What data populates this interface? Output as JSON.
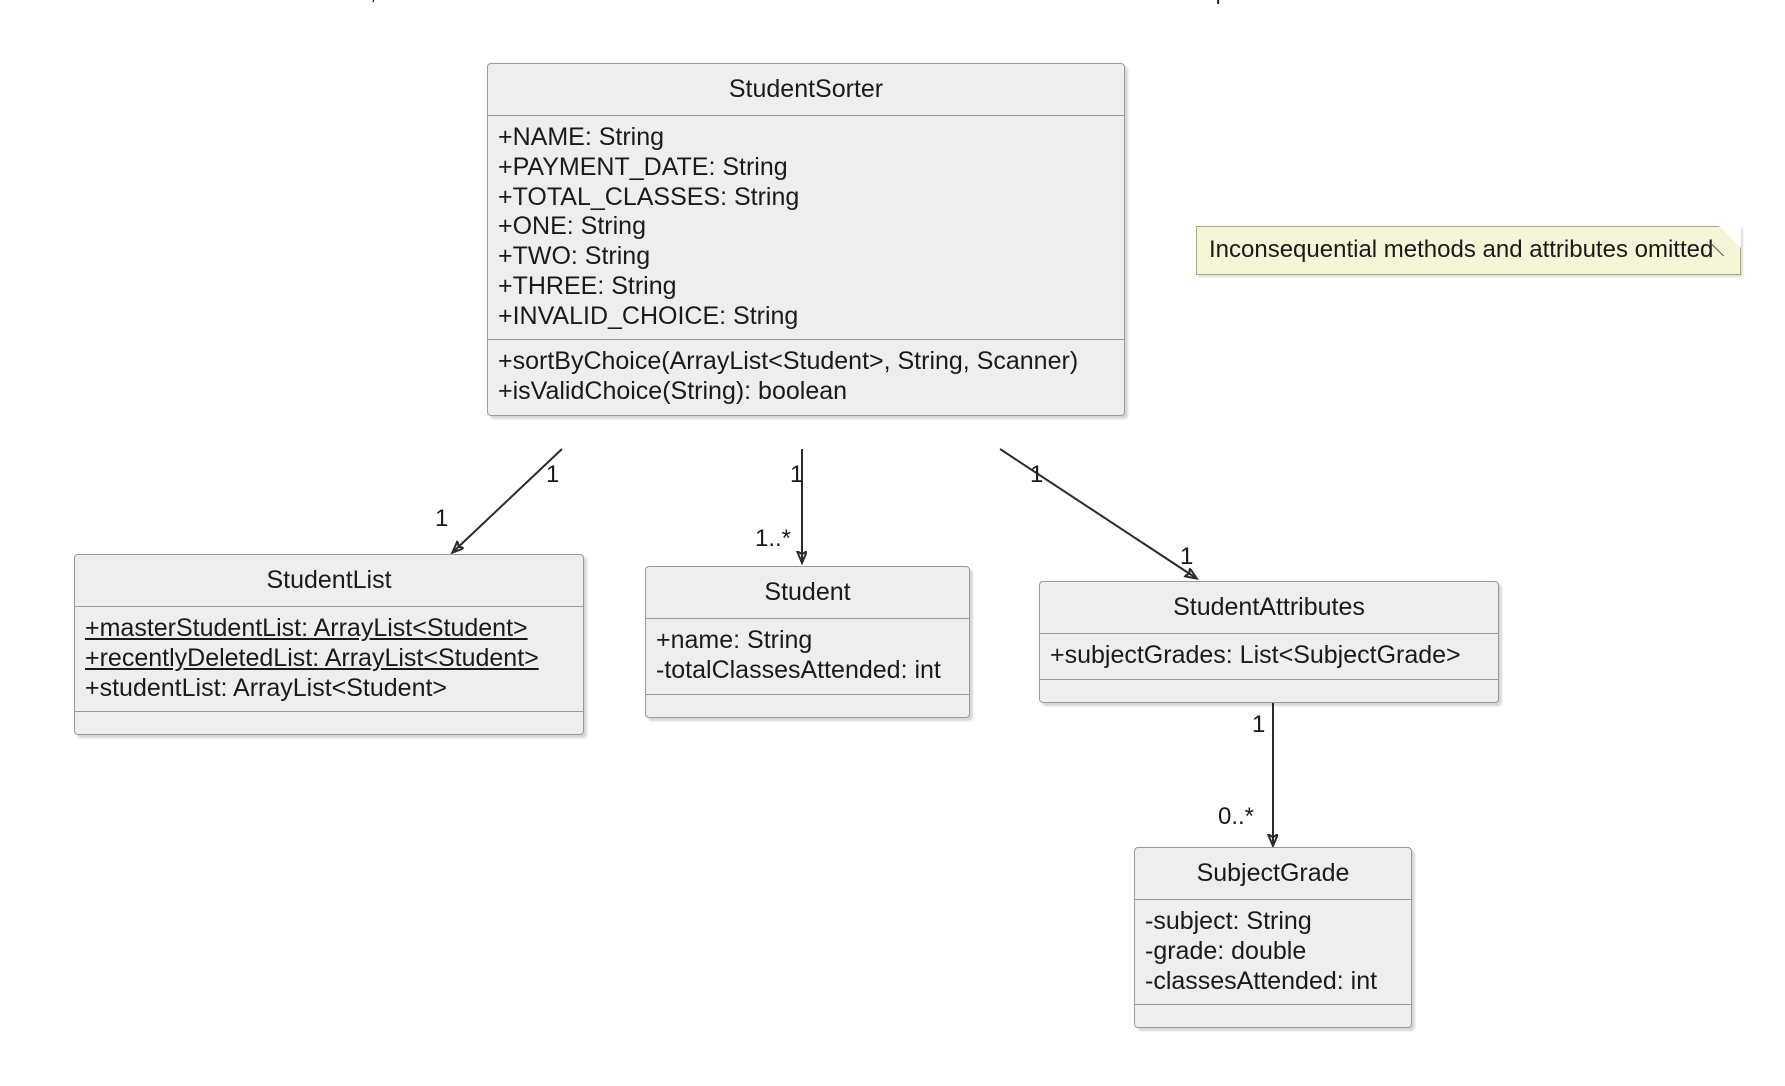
{
  "diagram": {
    "type": "uml-class-diagram",
    "background": "#ffffff",
    "class_fill": "#eeeeee",
    "class_border": "#999999",
    "note_fill": "#f5f5d7",
    "note_border": "#a6a682",
    "connector_color": "#2b2b2b"
  },
  "note": {
    "text": "Inconsequential methods and attributes omitted"
  },
  "classes": [
    {
      "id": "StudentSorter",
      "name": "StudentSorter",
      "attributes": [
        {
          "text": "+NAME: String",
          "static": false
        },
        {
          "text": "+PAYMENT_DATE: String",
          "static": false
        },
        {
          "text": "+TOTAL_CLASSES: String",
          "static": false
        },
        {
          "text": "+ONE: String",
          "static": false
        },
        {
          "text": "+TWO: String",
          "static": false
        },
        {
          "text": "+THREE: String",
          "static": false
        },
        {
          "text": "+INVALID_CHOICE: String",
          "static": false
        }
      ],
      "methods": [
        {
          "text": "+sortByChoice(ArrayList<Student>, String, Scanner)"
        },
        {
          "text": "+isValidChoice(String): boolean"
        }
      ]
    },
    {
      "id": "StudentList",
      "name": "StudentList",
      "attributes": [
        {
          "text": "+masterStudentList: ArrayList<Student>",
          "static": true
        },
        {
          "text": "+recentlyDeletedList: ArrayList<Student>",
          "static": true
        },
        {
          "text": "+studentList: ArrayList<Student>",
          "static": false
        }
      ],
      "methods": []
    },
    {
      "id": "Student",
      "name": "Student",
      "attributes": [
        {
          "text": "+name: String",
          "static": false
        },
        {
          "text": "-totalClassesAttended: int",
          "static": false
        }
      ],
      "methods": []
    },
    {
      "id": "StudentAttributes",
      "name": "StudentAttributes",
      "attributes": [
        {
          "text": "+subjectGrades: List<SubjectGrade>",
          "static": false
        }
      ],
      "methods": []
    },
    {
      "id": "SubjectGrade",
      "name": "SubjectGrade",
      "attributes": [
        {
          "text": "-subject: String",
          "static": false
        },
        {
          "text": "-grade: double",
          "static": false
        },
        {
          "text": "-classesAttended: int",
          "static": false
        }
      ],
      "methods": []
    }
  ],
  "associations": [
    {
      "from": "StudentSorter",
      "to": "StudentList",
      "source_multiplicity": "1",
      "target_multiplicity": "1",
      "arrow": "open-directed"
    },
    {
      "from": "StudentSorter",
      "to": "Student",
      "source_multiplicity": "1",
      "target_multiplicity": "1..*",
      "arrow": "open-directed"
    },
    {
      "from": "StudentSorter",
      "to": "StudentAttributes",
      "source_multiplicity": "1",
      "target_multiplicity": "1",
      "arrow": "open-directed"
    },
    {
      "from": "StudentAttributes",
      "to": "SubjectGrade",
      "source_multiplicity": "1",
      "target_multiplicity": "0..*",
      "arrow": "open-directed"
    }
  ]
}
